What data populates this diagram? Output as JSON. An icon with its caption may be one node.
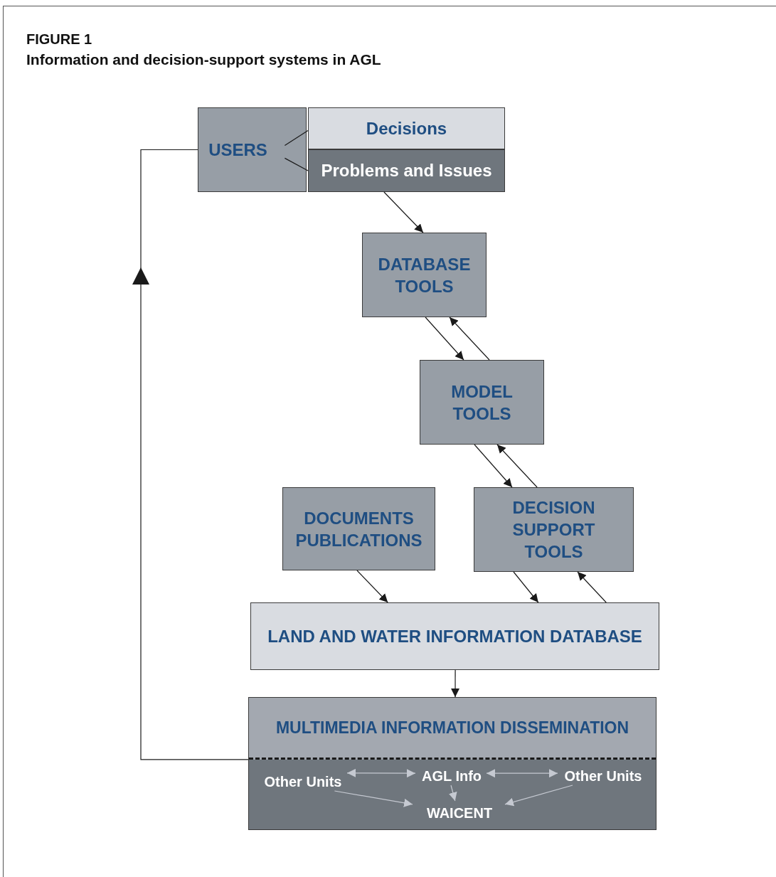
{
  "diagram": {
    "title": "Information and decision-support systems in AGL",
    "nodes": [
      {
        "text": [
          "USERS"
        ]
      },
      {
        "text": [
          "Decisions"
        ]
      },
      {
        "text": [
          "Problems and Issues"
        ]
      },
      {
        "text": [
          "DATABASE TOOLS"
        ]
      },
      {
        "text": [
          "MODEL TOOLS"
        ]
      },
      {
        "text": [
          "DOCUMENTS PUBLICATIONS"
        ]
      },
      {
        "text": [
          "DECISION SUPPORT TOOLS"
        ]
      },
      {
        "text": [
          "LAND AND WATER INFORMATION DATABASE"
        ]
      },
      {
        "text": [
          "MULTIMEDIA INFORMATION DISSEMINATION"
        ]
      },
      {
        "text": [
          "Other Units"
        ],
        "in": 8
      },
      {
        "text": [
          "AGL Info"
        ],
        "in": 8
      },
      {
        "text": [
          "Other Units"
        ],
        "in": 8
      },
      {
        "text": [
          "WAICENT"
        ],
        "in": 8
      }
    ],
    "edges": [
      {
        "from": 0,
        "to": 1,
        "arrow": "none"
      },
      {
        "from": 0,
        "to": 2,
        "arrow": "none"
      },
      {
        "from": 2,
        "to": 3,
        "arrow": "to"
      },
      {
        "from": 3,
        "to": 4,
        "arrow": "to"
      },
      {
        "from": 4,
        "to": 3,
        "arrow": "to"
      },
      {
        "from": 4,
        "to": 6,
        "arrow": "to"
      },
      {
        "from": 6,
        "to": 4,
        "arrow": "to"
      },
      {
        "from": 5,
        "to": 7,
        "arrow": "to"
      },
      {
        "from": 6,
        "to": 7,
        "arrow": "to"
      },
      {
        "from": 7,
        "to": 6,
        "arrow": "to"
      },
      {
        "from": 7,
        "to": 8,
        "arrow": "to"
      },
      {
        "from": 8,
        "to": 0,
        "arrow": "to"
      },
      {
        "from": 9,
        "to": 10,
        "arrow": "both",
        "color": "#c5c9d1"
      },
      {
        "from": 10,
        "to": 11,
        "arrow": "both",
        "color": "#c5c9d1"
      },
      {
        "from": 9,
        "to": 12,
        "arrow": "to",
        "color": "#c5c9d1"
      },
      {
        "from": 10,
        "to": 12,
        "arrow": "to",
        "color": "#c5c9d1"
      },
      {
        "from": 11,
        "to": 12,
        "arrow": "to",
        "color": "#c5c9d1"
      }
    ],
    "labels": [
      "FIGURE 1"
    ]
  }
}
